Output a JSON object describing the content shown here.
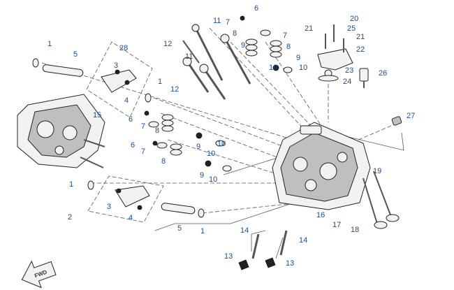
{
  "callouts": [
    {
      "id": "c1a",
      "text": "1"
    },
    {
      "id": "c5a",
      "text": "5"
    },
    {
      "id": "c28",
      "text": "28"
    },
    {
      "id": "c3a",
      "text": "3"
    },
    {
      "id": "c4a",
      "text": "4"
    },
    {
      "id": "c1b",
      "text": "1"
    },
    {
      "id": "c15",
      "text": "15"
    },
    {
      "id": "c12a",
      "text": "12"
    },
    {
      "id": "c11a",
      "text": "11"
    },
    {
      "id": "c11b",
      "text": "11"
    },
    {
      "id": "c12b",
      "text": "12"
    },
    {
      "id": "c6a",
      "text": "6"
    },
    {
      "id": "c7a",
      "text": "7"
    },
    {
      "id": "c8a",
      "text": "8"
    },
    {
      "id": "c9a",
      "text": "9"
    },
    {
      "id": "c7b",
      "text": "7"
    },
    {
      "id": "c8b",
      "text": "8"
    },
    {
      "id": "c9b",
      "text": "9"
    },
    {
      "id": "c10a",
      "text": "10"
    },
    {
      "id": "c10b",
      "text": "10"
    },
    {
      "id": "c21a",
      "text": "21"
    },
    {
      "id": "c20",
      "text": "20"
    },
    {
      "id": "c25",
      "text": "25"
    },
    {
      "id": "c21b",
      "text": "21"
    },
    {
      "id": "c22",
      "text": "22"
    },
    {
      "id": "c23",
      "text": "23"
    },
    {
      "id": "c24",
      "text": "24"
    },
    {
      "id": "c26",
      "text": "26"
    },
    {
      "id": "c27",
      "text": "27"
    },
    {
      "id": "c6b",
      "text": "6"
    },
    {
      "id": "c7c",
      "text": "7"
    },
    {
      "id": "c8c",
      "text": "8"
    },
    {
      "id": "c9c",
      "text": "9"
    },
    {
      "id": "c10c",
      "text": "10"
    },
    {
      "id": "c6c",
      "text": "6"
    },
    {
      "id": "c7d",
      "text": "7"
    },
    {
      "id": "c8d",
      "text": "8"
    },
    {
      "id": "c10d",
      "text": "10"
    },
    {
      "id": "c9d",
      "text": "9"
    },
    {
      "id": "c10e",
      "text": "10"
    },
    {
      "id": "c19",
      "text": "19"
    },
    {
      "id": "c1c",
      "text": "1"
    },
    {
      "id": "c2",
      "text": "2"
    },
    {
      "id": "c3b",
      "text": "3"
    },
    {
      "id": "c4b",
      "text": "4"
    },
    {
      "id": "c5b",
      "text": "5"
    },
    {
      "id": "c1d",
      "text": "1"
    },
    {
      "id": "c16",
      "text": "16"
    },
    {
      "id": "c17",
      "text": "17"
    },
    {
      "id": "c18",
      "text": "18"
    },
    {
      "id": "c14a",
      "text": "14"
    },
    {
      "id": "c14b",
      "text": "14"
    },
    {
      "id": "c13a",
      "text": "13"
    },
    {
      "id": "c13b",
      "text": "13"
    }
  ],
  "fwd_label": "FWD"
}
